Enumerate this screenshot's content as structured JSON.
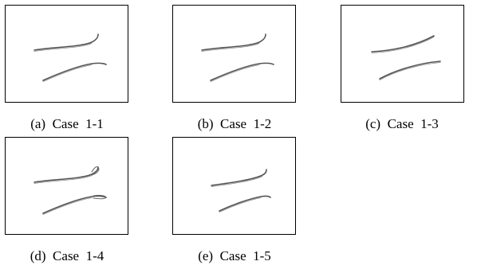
{
  "figure": {
    "panels": [
      {
        "caption": "(a)  Case  1-1",
        "variant": "standard"
      },
      {
        "caption": "(b)  Case  1-2",
        "variant": "standard"
      },
      {
        "caption": "(c)  Case  1-3",
        "variant": "shifted"
      },
      {
        "caption": "(d)  Case  1-4",
        "variant": "curled"
      },
      {
        "caption": "(e)  Case  1-5",
        "variant": "standard"
      }
    ],
    "stroke_color": "#555555"
  }
}
